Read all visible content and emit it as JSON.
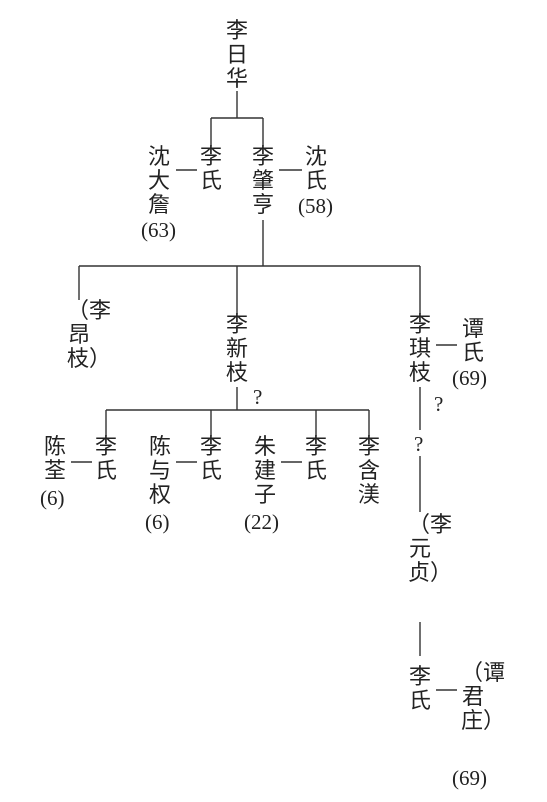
{
  "nodes": [
    {
      "id": "li_rihua",
      "name": "李日华",
      "age": ""
    },
    {
      "id": "shen_dazhan",
      "name": "沈大詹",
      "age": "(63)"
    },
    {
      "id": "li_shi_1",
      "name": "李氏",
      "age": ""
    },
    {
      "id": "li_zhaoheng",
      "name": "李肇亨",
      "age": ""
    },
    {
      "id": "shen_shi",
      "name": "沈氏",
      "age": "(58)"
    },
    {
      "id": "li_angzhi",
      "name": "（李昂枝）",
      "age": ""
    },
    {
      "id": "li_xinzhi",
      "name": "李新枝",
      "age": ""
    },
    {
      "id": "li_qizhi",
      "name": "李琪枝",
      "age": ""
    },
    {
      "id": "tan_shi",
      "name": "谭氏",
      "age": "(69)"
    },
    {
      "id": "chen_quan",
      "name": "陈荃",
      "age": "(6)"
    },
    {
      "id": "li_shi_2",
      "name": "李氏",
      "age": ""
    },
    {
      "id": "chen_yuquan",
      "name": "陈与权",
      "age": "(6)"
    },
    {
      "id": "li_shi_3",
      "name": "李氏",
      "age": ""
    },
    {
      "id": "zhu_jianzi",
      "name": "朱建子",
      "age": "(22)"
    },
    {
      "id": "li_shi_4",
      "name": "李氏",
      "age": ""
    },
    {
      "id": "li_hanyang",
      "name": "李含渼",
      "age": ""
    },
    {
      "id": "li_yuanzhen",
      "name": "（李元贞）",
      "age": ""
    },
    {
      "id": "li_shi_5",
      "name": "李氏",
      "age": ""
    },
    {
      "id": "tan_junzhuang",
      "name": "（谭君庄）",
      "age": "(69)"
    }
  ],
  "question_marks": [
    "?",
    "?",
    "?"
  ]
}
